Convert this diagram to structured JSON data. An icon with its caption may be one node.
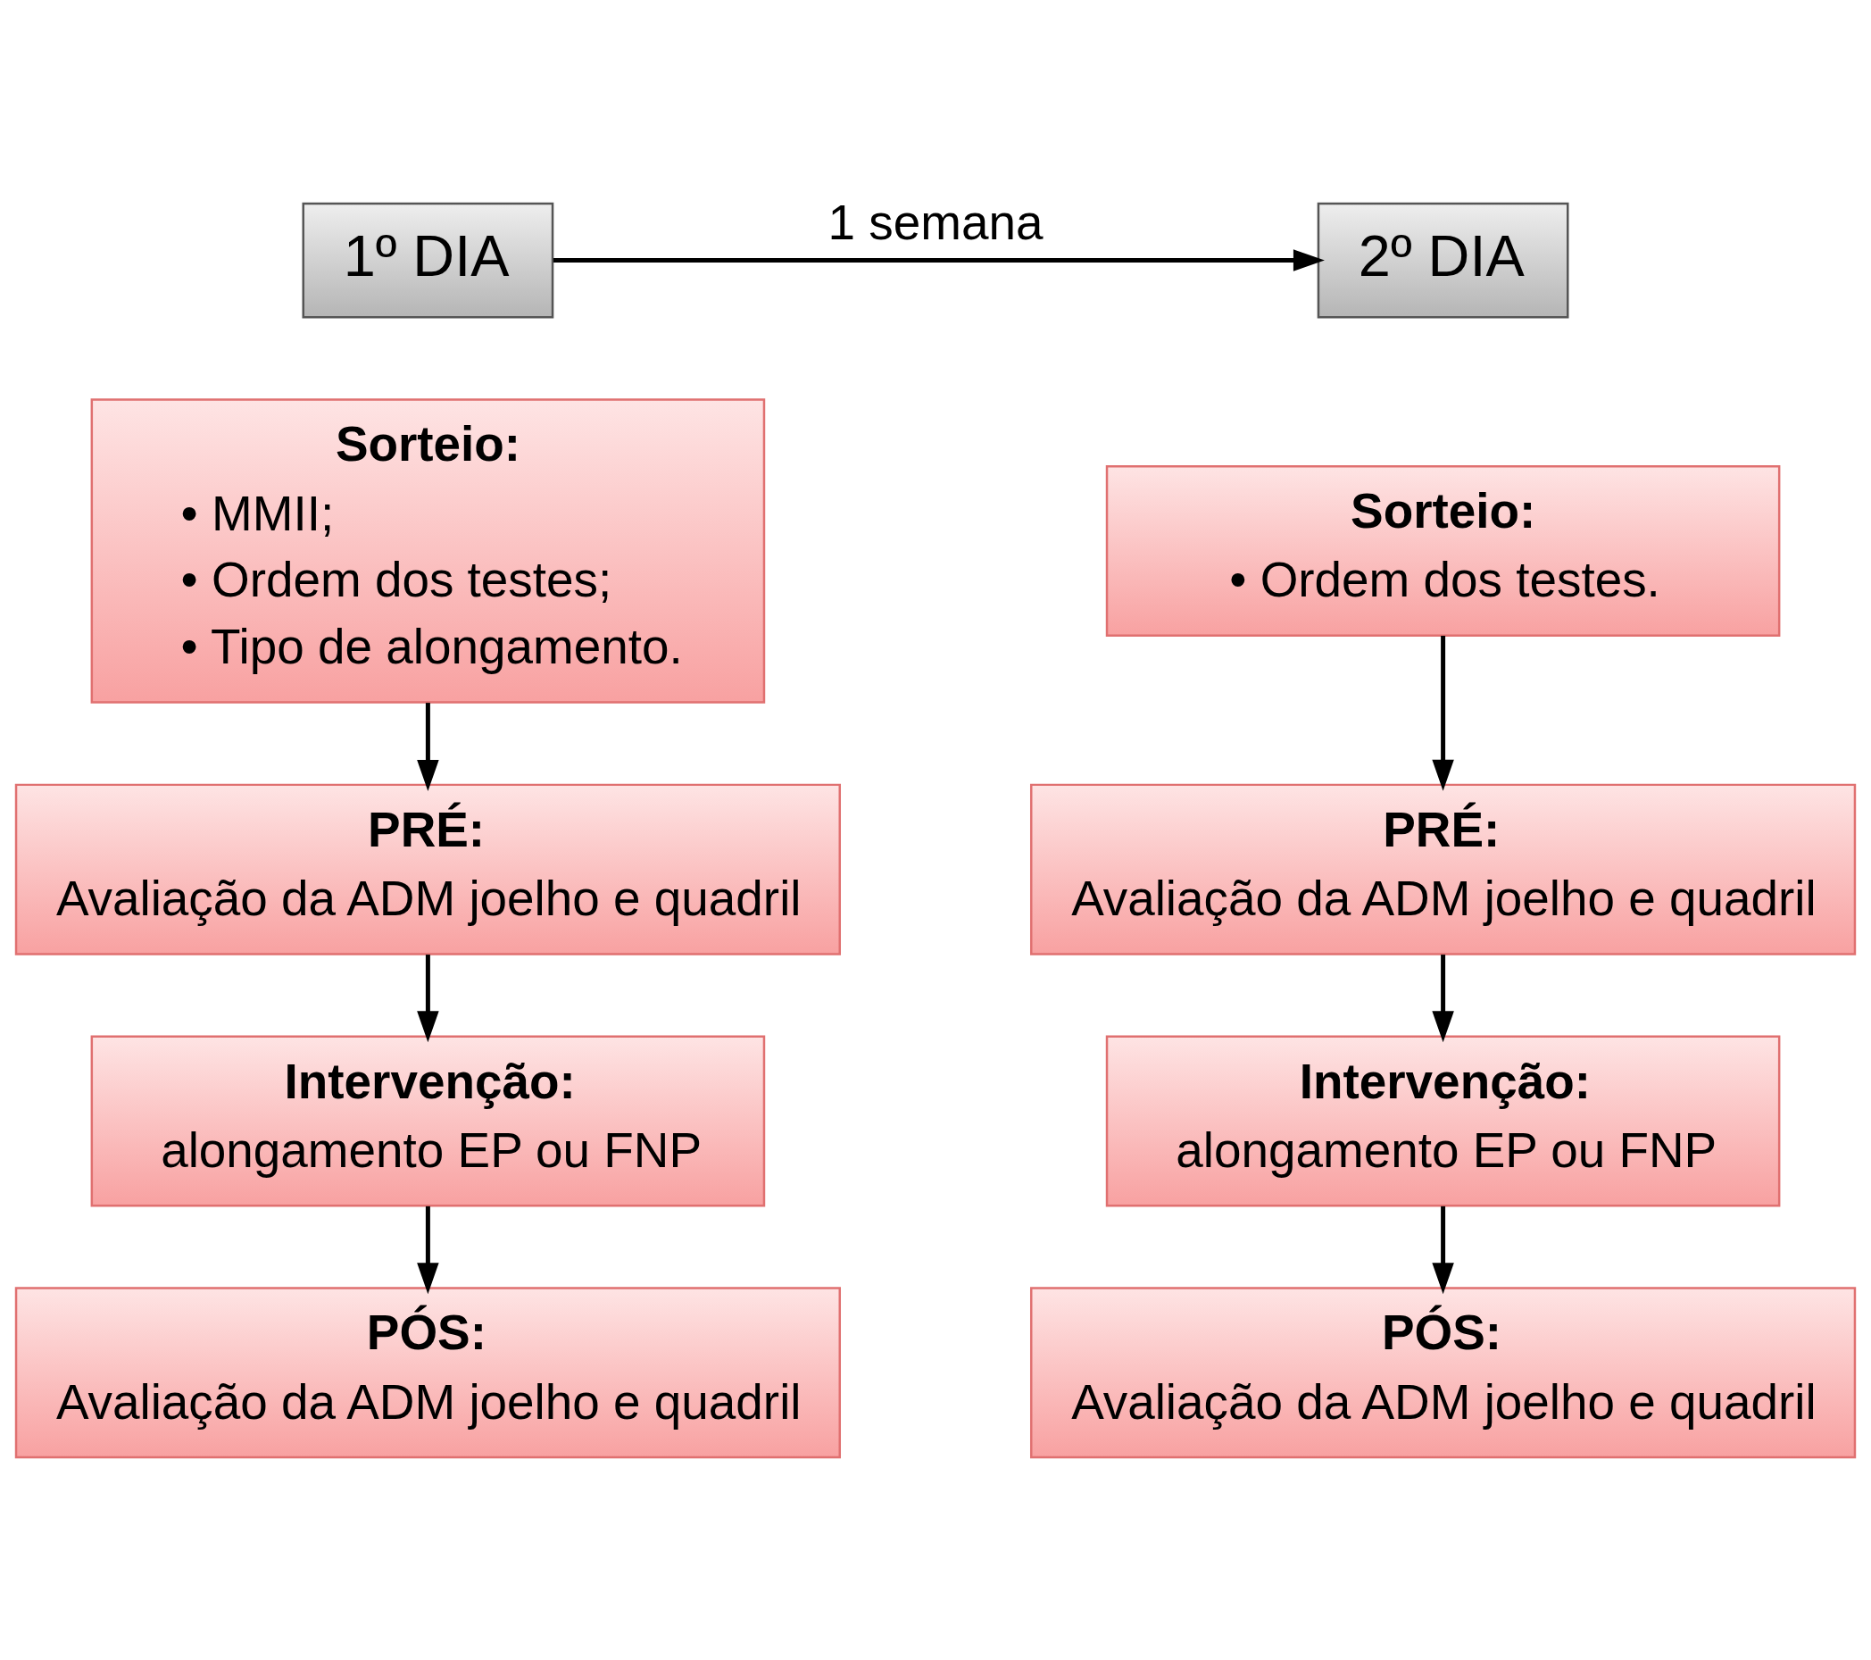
{
  "diagram": {
    "nodes": [
      {
        "text": [
          "1º DIA"
        ]
      },
      {
        "text": [
          "2º DIA"
        ]
      },
      {
        "text": [
          "Sorteio:",
          "• MMII;",
          "• Ordem dos testes;",
          "• Tipo de alongamento."
        ]
      },
      {
        "text": [
          "PRÉ:",
          "Avaliação da ADM joelho e quadril"
        ]
      },
      {
        "text": [
          "Intervenção:",
          "alongamento EP ou FNP"
        ]
      },
      {
        "text": [
          "PÓS:",
          "Avaliação da ADM joelho e quadril"
        ]
      },
      {
        "text": [
          "Sorteio:",
          "• Ordem dos testes."
        ]
      },
      {
        "text": [
          "PRÉ:",
          "Avaliação da ADM joelho e quadril"
        ]
      },
      {
        "text": [
          "Intervenção:",
          "alongamento EP ou FNP"
        ]
      },
      {
        "text": [
          "PÓS:",
          "Avaliação da ADM joelho e quadril"
        ]
      }
    ],
    "edges": [
      {
        "from": 0,
        "to": 1,
        "arrow": "to",
        "label": "1 semana"
      },
      {
        "from": 2,
        "to": 3,
        "arrow": "to"
      },
      {
        "from": 3,
        "to": 4,
        "arrow": "to"
      },
      {
        "from": 4,
        "to": 5,
        "arrow": "to"
      },
      {
        "from": 6,
        "to": 7,
        "arrow": "to"
      },
      {
        "from": 7,
        "to": 8,
        "arrow": "to"
      },
      {
        "from": 8,
        "to": 9,
        "arrow": "to"
      }
    ]
  }
}
